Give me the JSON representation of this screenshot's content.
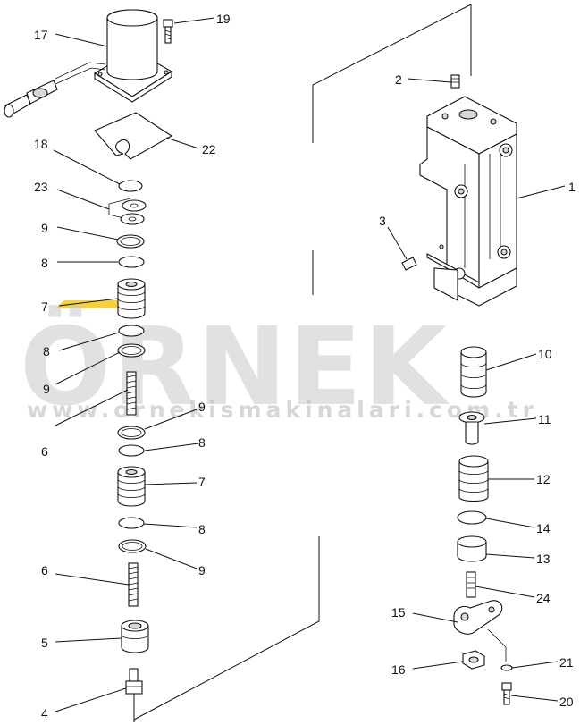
{
  "watermark": {
    "brand": "ÖRNEK",
    "url": "www.ornekismakinalari.com.tr",
    "accent_color": "#f2c200",
    "text_color": "#c9c9c9"
  },
  "labels": {
    "l1": "1",
    "l2": "2",
    "l3": "3",
    "l4": "4",
    "l5": "5",
    "l6a": "6",
    "l6b": "6",
    "l7a": "7",
    "l7b": "7",
    "l8a": "8",
    "l8b": "8",
    "l8c": "8",
    "l8d": "8",
    "l9a": "9",
    "l9b": "9",
    "l9c": "9",
    "l9d": "9",
    "l10": "10",
    "l11": "11",
    "l12": "12",
    "l13": "13",
    "l14": "14",
    "l15": "15",
    "l16": "16",
    "l17": "17",
    "l18": "18",
    "l19": "19",
    "l20": "20",
    "l21": "21",
    "l22": "22",
    "l23": "23",
    "l24": "24"
  }
}
